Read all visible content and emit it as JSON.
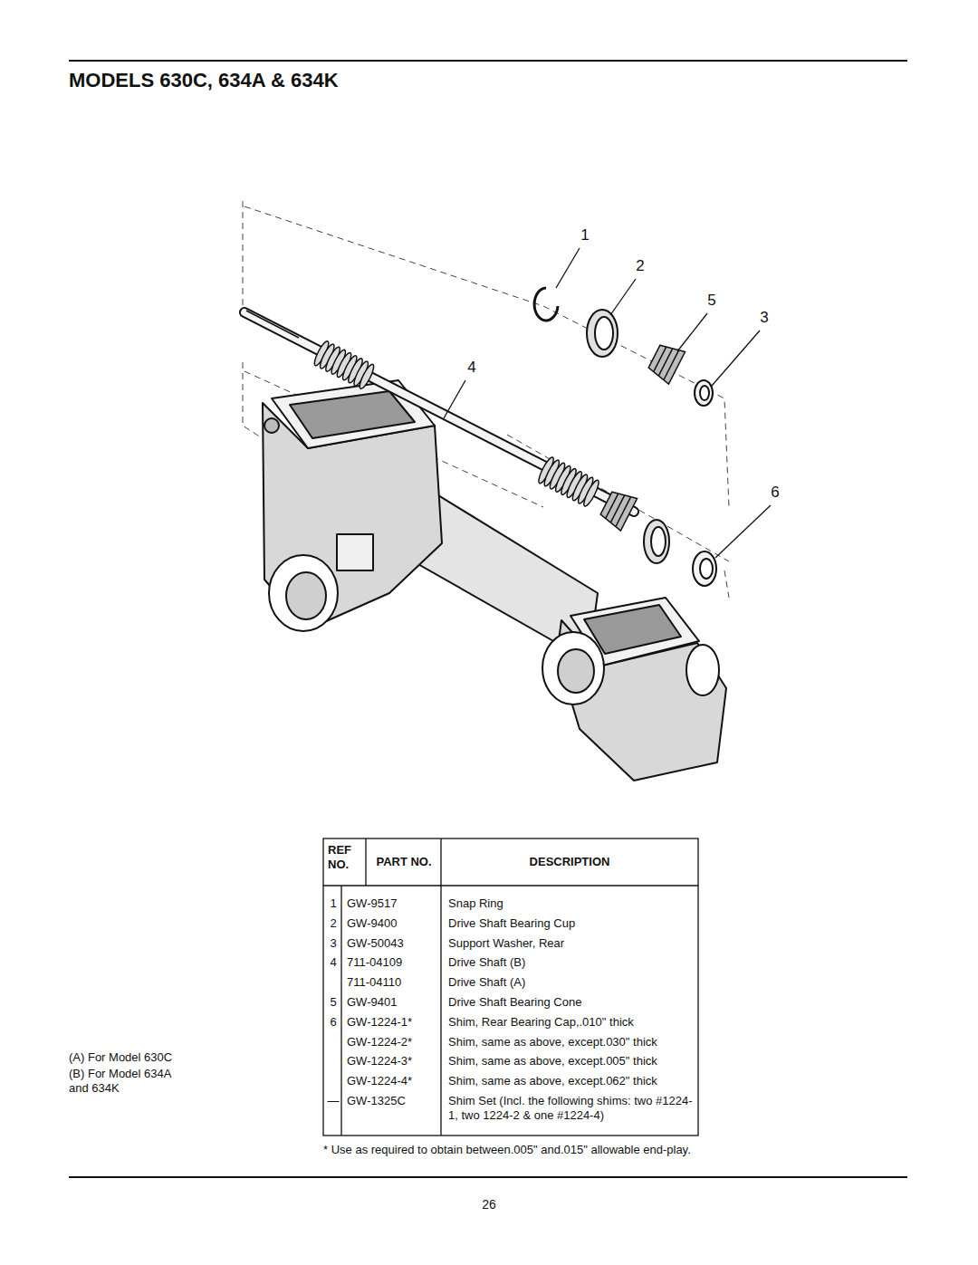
{
  "diagram": {
    "title": "MODELS 630C, 634A & 634K",
    "labels": [
      "1",
      "2",
      "5",
      "3",
      "4",
      "6",
      "REF NO.",
      "PART NO.",
      "DESCRIPTION",
      "1",
      "GW-9517",
      "Snap Ring",
      "2",
      "GW-9400",
      "Drive Shaft Bearing Cup",
      "3",
      "GW-50043",
      "Support Washer, Rear",
      "4",
      "711-04109",
      "Drive Shaft (B)",
      "711-04110",
      "Drive Shaft (A)",
      "5",
      "GW-9401",
      "Drive Shaft Bearing Cone",
      "6",
      "GW-1224-1*",
      "Shim, Rear Bearing Cap,.010\" thick",
      "GW-1224-2*",
      "Shim, same as above, except.030\" thick",
      "GW-1224-3*",
      "Shim, same as above, except.005\" thick",
      "GW-1224-4*",
      "Shim, same as above, except.062\" thick",
      "—",
      "GW-1325C",
      "Shim Set (Incl. the following shims: two #1224-1, two 1224-2 & one #1224-4)",
      "(A) For Model 630C",
      "(B) For Model 634A and 634K",
      "* Use as required to obtain between.005\" and.015\" allowable end-play.",
      "26"
    ]
  }
}
